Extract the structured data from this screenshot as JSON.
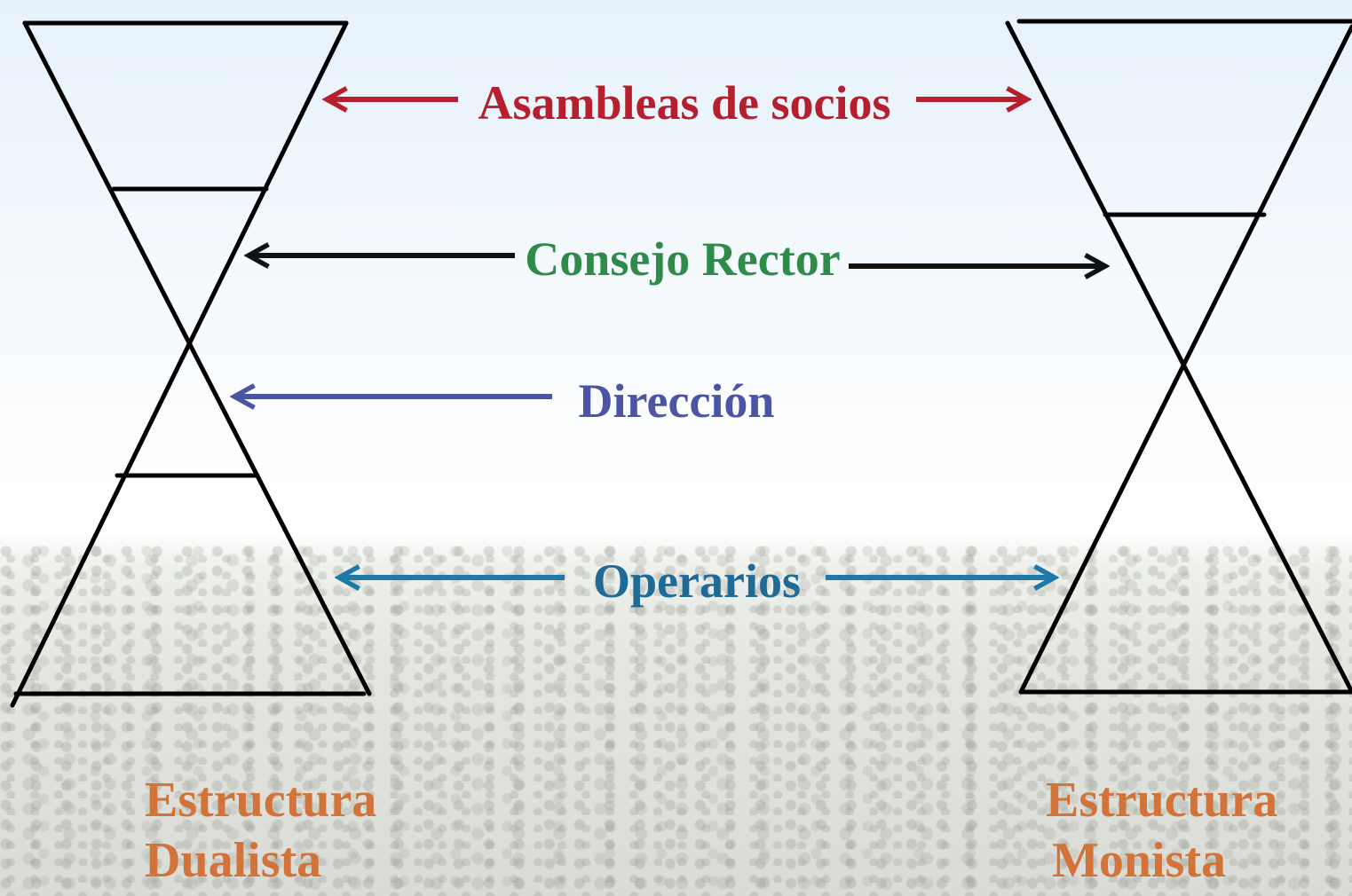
{
  "labels": {
    "asambleas": "Asambleas de socios",
    "consejo": "Consejo Rector",
    "direccion": "Dirección",
    "operarios": "Operarios"
  },
  "captions": {
    "dualista": [
      "Estructura",
      "Dualista"
    ],
    "monista": [
      "Estructura",
      "Monista"
    ]
  },
  "colors": {
    "asambleas": "#b51f2e",
    "consejo": "#2e8b4a",
    "consejo_arrow": "#111111",
    "direccion": "#4a55a6",
    "operarios": "#1f79a8",
    "operarios_text": "#1f6a96",
    "caption": "#d2743a",
    "lines": "#000000"
  }
}
